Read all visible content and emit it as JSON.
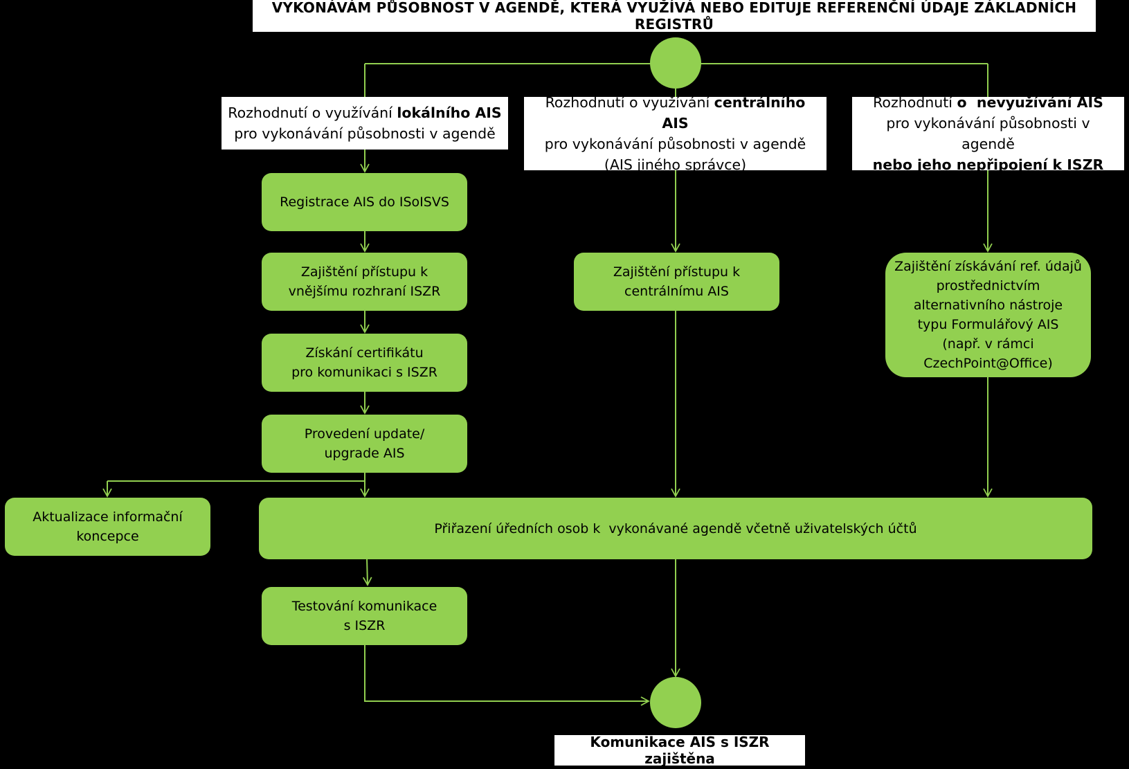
{
  "title": "VYKONÁVÁM PŮSOBNOST V AGENDĚ, KTERÁ VYUŽÍVÁ NEBO EDITUJE REFERENČNÍ ÚDAJE ZÁKLADNÍCH REGISTRŮ",
  "decisions": {
    "local": {
      "pre": "Rozhodnutí o využívání ",
      "bold": "lokálního AIS",
      "line2": "pro vykonávání působnosti v agendě"
    },
    "central": {
      "pre": "Rozhodnutí o využívání ",
      "bold": "centrálního AIS",
      "line2": "pro vykonávání působnosti v agendě",
      "line3": "(AIS jiného správce)"
    },
    "none": {
      "pre": "Rozhodnutí ",
      "bold": "o  nevyužívání AIS",
      "line2": "pro vykonávání působnosti v agendě",
      "line3_bold": "nebo jeho nepřipojení k ISZR"
    }
  },
  "steps": {
    "registration": "Registrace AIS do ISoISVS",
    "access_external_1": "Zajištění přístupu k",
    "access_external_2": "vnějšímu rozhraní ISZR",
    "certificate_1": "Získání certifikátu",
    "certificate_2": "pro komunikaci s ISZR",
    "update_1": "Provedení update/",
    "update_2": "upgrade AIS",
    "concept_1": "Aktualizace informační",
    "concept_2": "koncepce",
    "assignment": "Přiřazení úředních osob k  vykonávané agendě včetně uživatelských účtů",
    "testing_1": "Testování komunikace",
    "testing_2": "s ISZR",
    "access_central_1": "Zajištění přístupu k",
    "access_central_2": "centrálnímu AIS",
    "alt_1": "Zajištění získávání ref. údajů",
    "alt_2": "prostřednictvím",
    "alt_3": "alternativního nástroje",
    "alt_4": "typu Formulářový AIS",
    "alt_5": "(např. v rámci",
    "alt_6": "CzechPoint@Office)"
  },
  "end_label": "Komunikace AIS s ISZR zajištěna",
  "colors": {
    "background": "#000000",
    "node_fill": "#92d050",
    "connector": "#92d050",
    "label_box": "#ffffff"
  }
}
